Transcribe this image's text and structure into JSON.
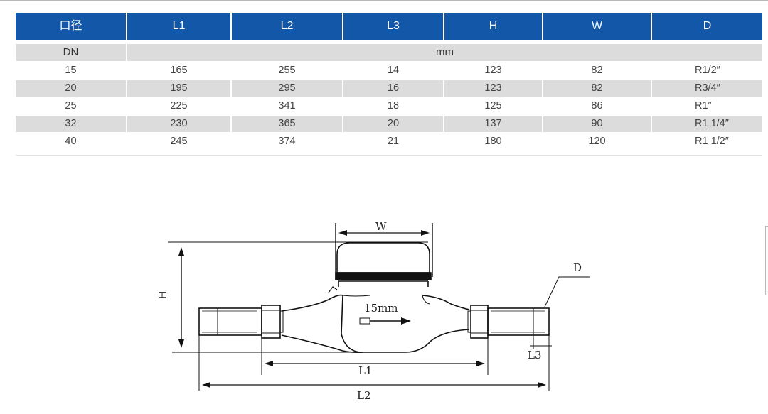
{
  "table": {
    "headers": [
      "口径",
      "L1",
      "L2",
      "L3",
      "H",
      "W",
      "D"
    ],
    "units": {
      "dn": "DN",
      "mm": "mm"
    },
    "rows": [
      [
        "15",
        "165",
        "255",
        "14",
        "123",
        "82",
        "R1/2″"
      ],
      [
        "20",
        "195",
        "295",
        "16",
        "123",
        "82",
        "R3/4″"
      ],
      [
        "25",
        "225",
        "341",
        "18",
        "125",
        "86",
        "R1″"
      ],
      [
        "32",
        "230",
        "365",
        "20",
        "137",
        "90",
        "R1 1/4″"
      ],
      [
        "40",
        "245",
        "374",
        "21",
        "180",
        "120",
        "R1 1/2″"
      ]
    ]
  },
  "diagram": {
    "label_w": "W",
    "label_h": "H",
    "label_d": "D",
    "label_l1": "L1",
    "label_l2": "L2",
    "label_l3": "L3",
    "body_size": "15mm"
  },
  "colors": {
    "header_bg": "#1358a8",
    "row_shade": "#dcdcdc"
  }
}
